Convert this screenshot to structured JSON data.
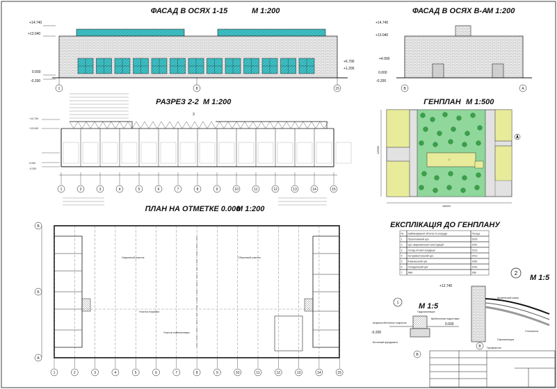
{
  "titles": {
    "facade_1_15": "ФАСАД В ОСЯХ 1-15",
    "facade_1_15_scale": "М 1:200",
    "facade_v_a": "ФАСАД В ОСЯХ В-А",
    "facade_v_a_scale": "М 1:200",
    "section": "РАЗРЕЗ 2-2",
    "section_scale": "М 1:200",
    "genplan": "ГЕНПЛАН",
    "genplan_scale": "М 1:500",
    "plan": "ПЛАН НА ОТМЕТКЕ  0.000",
    "plan_scale": "М 1:200",
    "explication": "ЕКСПЛІКАЦІЯ ДО ГЕНПЛАНУ",
    "node1_scale": "М 1:5",
    "node2_scale": "М 1:5"
  },
  "levels": {
    "top": "+14.740",
    "cornice": "+13.040",
    "window_top": "+6.700",
    "window_sill": "+1.200",
    "zero": "0.000",
    "ground": "-0.200",
    "va_mid": "+4.000"
  },
  "facade_axes_left": [
    "1",
    "8",
    "15"
  ],
  "facade_axes_right": [
    "В",
    "А"
  ],
  "section_axes": [
    "1",
    "2",
    "3",
    "4",
    "5",
    "6",
    "7",
    "8",
    "9",
    "10",
    "11",
    "12",
    "13",
    "14",
    "15"
  ],
  "plan_axes_top": [
    "1",
    "2",
    "3",
    "4",
    "5",
    "6",
    "7",
    "8",
    "9",
    "10",
    "11",
    "12",
    "13",
    "14",
    "15"
  ],
  "plan_axes_left": [
    "В",
    "Б",
    "А"
  ],
  "plan_rooms": {
    "left_area": "Сварочный участок",
    "right_area": "Сборочный участок",
    "mid": "Участок покраски",
    "bottom": "Участок комплектации"
  },
  "explication": {
    "headers": [
      "№",
      "Найменування об'єкта та споруди",
      "Площа"
    ],
    "rows": [
      [
        "1",
        "Проектований цех",
        "5100"
      ],
      [
        "2",
        "Цех зварювальних конструкцій",
        "2341"
      ],
      [
        "3",
        "Склад готової продукції",
        "2213"
      ],
      [
        "4",
        "Інструментальний цех",
        "2412"
      ],
      [
        "5",
        "Ковальський цех",
        "1562"
      ],
      [
        "6",
        "Складальний цех",
        "2241"
      ],
      [
        "7",
        "АБК",
        "188"
      ]
    ]
  },
  "node1": {
    "marker": "1",
    "labels": [
      "Гидроизоляция",
      "Асфальтобетонное покрытие",
      "Щебеночная подготовка",
      "Бетонный фундамент"
    ],
    "level": "-0.200",
    "level2": "0.000"
  },
  "node2": {
    "marker": "2",
    "level": "+12.740",
    "labels": [
      "Кровельный ковер",
      "Утеплитель",
      "Пароизоляция",
      "Профнастил"
    ]
  },
  "genplan_dims": {
    "width": "180000",
    "height": "120000"
  },
  "section_axis_marker": "3"
}
